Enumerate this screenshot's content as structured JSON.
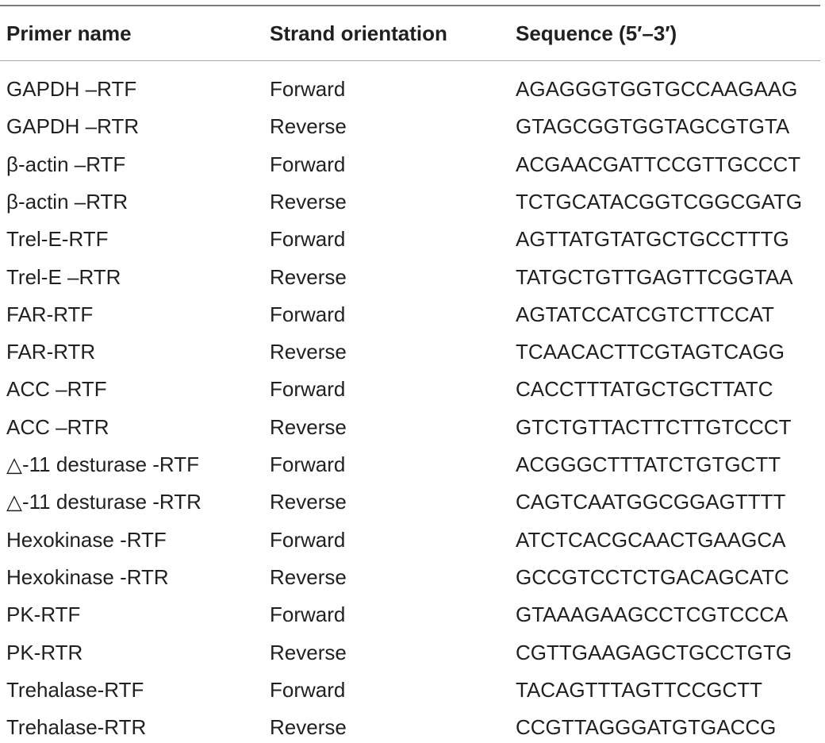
{
  "table": {
    "headers": [
      "Primer name",
      "Strand orientation",
      "Sequence (5′–3′)"
    ],
    "rows": [
      [
        "GAPDH –RTF",
        "Forward",
        "AGAGGGTGGTGCCAAGAAG"
      ],
      [
        "GAPDH –RTR",
        "Reverse",
        "GTAGCGGTGGTAGCGTGTA"
      ],
      [
        "β-actin –RTF",
        "Forward",
        "ACGAACGATTCCGTTGCCCT"
      ],
      [
        "β-actin –RTR",
        "Reverse",
        "TCTGCATACGGTCGGCGATG"
      ],
      [
        "Trel-E-RTF",
        "Forward",
        "AGTTATGTATGCTGCCTTTG"
      ],
      [
        "Trel-E –RTR",
        "Reverse",
        "TATGCTGTTGAGTTCGGTAA"
      ],
      [
        "FAR-RTF",
        "Forward",
        "AGTATCCATCGTCTTCCAT"
      ],
      [
        "FAR-RTR",
        "Reverse",
        "TCAACACTTCGTAGTCAGG"
      ],
      [
        "ACC –RTF",
        "Forward",
        "CACCTTTATGCTGCTTATC"
      ],
      [
        "ACC –RTR",
        "Reverse",
        "GTCTGTTACTTCTTGTCCCT"
      ],
      [
        "△-11 desturase -RTF",
        "Forward",
        "ACGGGCTTTATCTGTGCTT"
      ],
      [
        "△-11 desturase -RTR",
        "Reverse",
        "CAGTCAATGGCGGAGTTTT"
      ],
      [
        "Hexokinase -RTF",
        "Forward",
        "ATCTCACGCAACTGAAGCA"
      ],
      [
        "Hexokinase -RTR",
        "Reverse",
        "GCCGTCCTCTGACAGCATC"
      ],
      [
        "PK-RTF",
        "Forward",
        "GTAAAGAAGCCTCGTCCCA"
      ],
      [
        "PK-RTR",
        "Reverse",
        "CGTTGAAGAGCTGCCTGTG"
      ],
      [
        "Trehalase-RTF",
        "Forward",
        "TACAGTTTAGTTCCGCTT"
      ],
      [
        "Trehalase-RTR",
        "Reverse",
        "CCGTTAGGGATGTGACCG"
      ]
    ]
  }
}
